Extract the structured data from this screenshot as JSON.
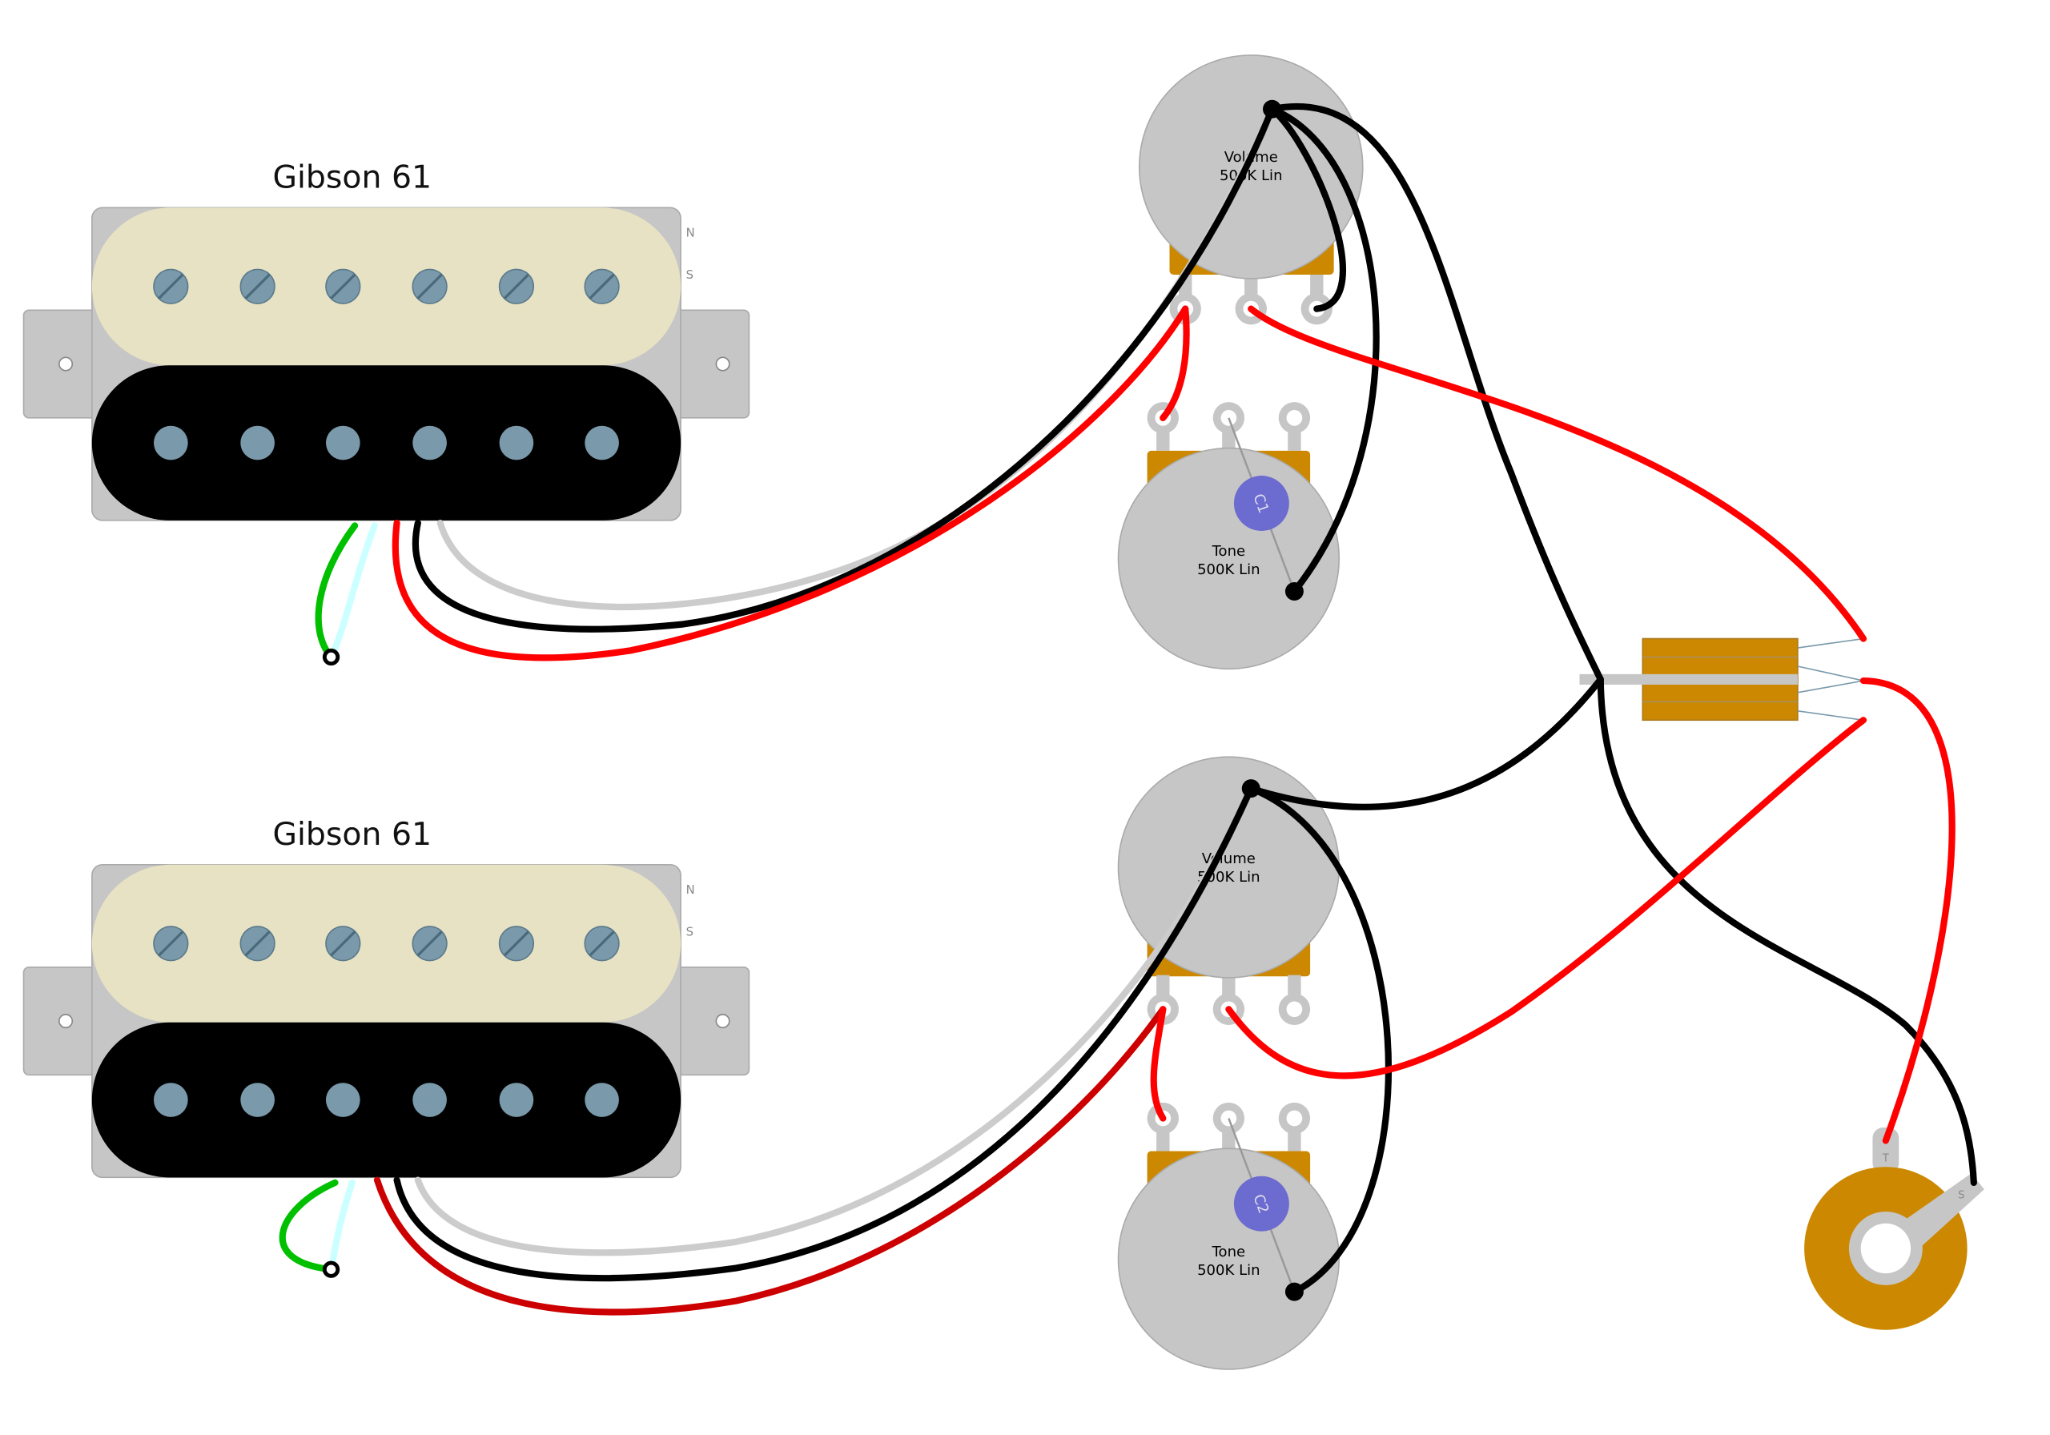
{
  "pickups": [
    {
      "title": "Gibson 61",
      "north_label": "N",
      "south_label": "S"
    },
    {
      "title": "Gibson 61",
      "north_label": "N",
      "south_label": "S"
    }
  ],
  "pots": {
    "volume1": {
      "line1": "Volume",
      "line2": "500K Lin"
    },
    "tone1": {
      "line1": "Tone",
      "line2": "500K Lin",
      "capacitor": "C1"
    },
    "volume2": {
      "line1": "Volume",
      "line2": "500K Lin"
    },
    "tone2": {
      "line1": "Tone",
      "line2": "500K Lin",
      "capacitor": "C2"
    }
  },
  "jack": {
    "tip_label": "T",
    "sleeve_label": "S"
  },
  "colors": {
    "hot": "#ff0000",
    "hot_dark": "#cc0000",
    "ground": "#000000",
    "bare": "#cccccc",
    "green": "#00c000",
    "cyan": "#ccffff",
    "pot_body": "#c6c6c6",
    "pot_case": "#cc8800",
    "cream": "#e8e2c4",
    "pole": "#7a9aab",
    "capacitor": "#6b6bd0"
  }
}
